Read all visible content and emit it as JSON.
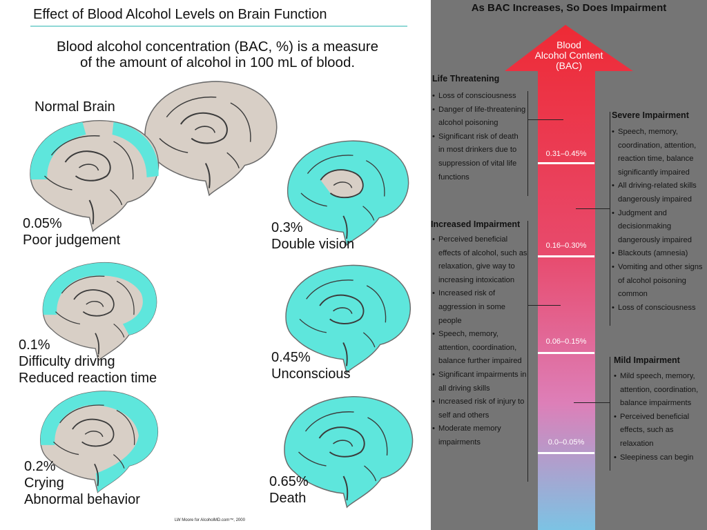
{
  "left": {
    "title": "Effect of Blood Alcohol Levels on Brain Function",
    "subtitle_line1": "Blood alcohol concentration (BAC, %) is a measure",
    "subtitle_line2": "of the amount of alcohol in 100 mL of blood.",
    "normal_brain": "Normal Brain",
    "levels": [
      {
        "bac": "0.05%",
        "effect1": "Poor judgement",
        "effect2": ""
      },
      {
        "bac": "0.3%",
        "effect1": "Double vision",
        "effect2": ""
      },
      {
        "bac": "0.1%",
        "effect1": "Difficulty driving",
        "effect2": "Reduced reaction time"
      },
      {
        "bac": "0.45%",
        "effect1": "Unconscious",
        "effect2": ""
      },
      {
        "bac": "0.2%",
        "effect1": "Crying",
        "effect2": "Abnormal behavior"
      },
      {
        "bac": "0.65%",
        "effect1": "Death",
        "effect2": ""
      }
    ],
    "credit": "LW Moore for AlcoholMD.com™, 2000"
  },
  "right": {
    "title": "As BAC Increases, So Does Impairment",
    "arrow_line1": "Blood",
    "arrow_line2": "Alcohol Content",
    "arrow_line3": "(BAC)",
    "ranges": [
      "0.31–0.45%",
      "0.16–0.30%",
      "0.06–0.15%",
      "0.0–0.05%"
    ],
    "life_threatening": {
      "heading": "Life Threatening",
      "items": [
        "Loss of consciousness",
        "Danger of life-threatening alcohol poisoning",
        "Significant risk of death in most drinkers due to suppression of vital life functions"
      ]
    },
    "increased_impairment": {
      "heading": "Increased Impairment",
      "items": [
        "Perceived beneficial effects of alcohol, such as relaxation, give way to increasing intoxication",
        "Increased risk of aggression in some people",
        "Speech, memory, attention, coordination, balance further impaired",
        "Significant impairments in all driving skills",
        "Increased risk of injury to self and others",
        "Moderate memory impairments"
      ]
    },
    "severe_impairment": {
      "heading": "Severe Impairment",
      "items": [
        "Speech, memory, coordination, attention, reaction time, balance significantly impaired",
        "All driving-related skills dangerously impaired",
        "Judgment and decisionmaking dangerously impaired",
        "Blackouts (amnesia)",
        "Vomiting and other signs of alcohol poisoning common",
        "Loss of consciousness"
      ]
    },
    "mild_impairment": {
      "heading": "Mild Impairment",
      "items": [
        "Mild speech, memory, attention, coordination, balance impairments",
        "Perceived beneficial effects, such as relaxation",
        "Sleepiness can begin"
      ]
    }
  },
  "colors": {
    "affected": "#5ee6dc",
    "brain": "#d8cfc6",
    "arrow_top": "#ee2a35",
    "arrow_bottom": "#7cc3e4",
    "panel": "#757575"
  }
}
